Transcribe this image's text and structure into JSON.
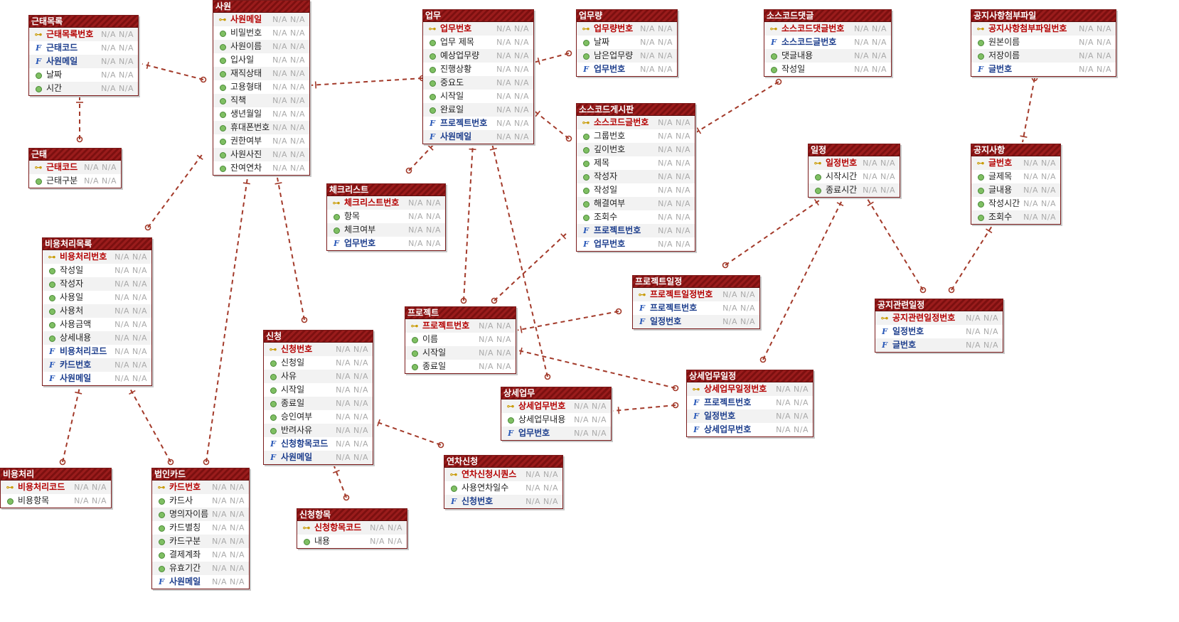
{
  "na_text": "N/A N/A",
  "entities": [
    {
      "id": "e-attendance-list",
      "title": "근태목록",
      "rows": [
        {
          "name": "근태목록번호",
          "kind": "pk"
        },
        {
          "name": "근태코드",
          "kind": "fk"
        },
        {
          "name": "사원메일",
          "kind": "fk"
        },
        {
          "name": "날짜",
          "kind": "attr"
        },
        {
          "name": "시간",
          "kind": "attr"
        }
      ]
    },
    {
      "id": "e-attendance",
      "title": "근태",
      "rows": [
        {
          "name": "근태코드",
          "kind": "pk"
        },
        {
          "name": "근태구분",
          "kind": "attr"
        }
      ]
    },
    {
      "id": "e-employee",
      "title": "사원",
      "rows": [
        {
          "name": "사원메일",
          "kind": "pk"
        },
        {
          "name": "비밀번호",
          "kind": "attr"
        },
        {
          "name": "사원이름",
          "kind": "attr"
        },
        {
          "name": "입사일",
          "kind": "attr"
        },
        {
          "name": "재직상태",
          "kind": "attr"
        },
        {
          "name": "고용형태",
          "kind": "attr"
        },
        {
          "name": "직책",
          "kind": "attr"
        },
        {
          "name": "생년월일",
          "kind": "attr"
        },
        {
          "name": "휴대폰번호",
          "kind": "attr"
        },
        {
          "name": "권한여부",
          "kind": "attr"
        },
        {
          "name": "사원사진",
          "kind": "attr"
        },
        {
          "name": "잔여연차",
          "kind": "attr"
        }
      ]
    },
    {
      "id": "e-task",
      "title": "업무",
      "rows": [
        {
          "name": "업무번호",
          "kind": "pk"
        },
        {
          "name": "업무 제목",
          "kind": "attr"
        },
        {
          "name": "예상업무량",
          "kind": "attr"
        },
        {
          "name": "진행상황",
          "kind": "attr"
        },
        {
          "name": "중요도",
          "kind": "attr"
        },
        {
          "name": "시작일",
          "kind": "attr"
        },
        {
          "name": "완료일",
          "kind": "attr"
        },
        {
          "name": "프로젝트번호",
          "kind": "fk"
        },
        {
          "name": "사원메일",
          "kind": "fk"
        }
      ]
    },
    {
      "id": "e-workload",
      "title": "업무량",
      "rows": [
        {
          "name": "업무량번호",
          "kind": "pk"
        },
        {
          "name": "날짜",
          "kind": "attr"
        },
        {
          "name": "남은업무량",
          "kind": "attr"
        },
        {
          "name": "업무번호",
          "kind": "fk"
        }
      ]
    },
    {
      "id": "e-source-comment",
      "title": "소스코드댓글",
      "rows": [
        {
          "name": "소스코드댓글번호",
          "kind": "pk"
        },
        {
          "name": "소스코드글번호",
          "kind": "fk"
        },
        {
          "name": "댓글내용",
          "kind": "attr"
        },
        {
          "name": "작성일",
          "kind": "attr"
        }
      ]
    },
    {
      "id": "e-notice-file",
      "title": "공지사항첨부파일",
      "rows": [
        {
          "name": "공지사항첨부파일번호",
          "kind": "pk"
        },
        {
          "name": "원본이름",
          "kind": "attr"
        },
        {
          "name": "저장이름",
          "kind": "attr"
        },
        {
          "name": "글번호",
          "kind": "fk"
        }
      ]
    },
    {
      "id": "e-source-board",
      "title": "소스코드게시판",
      "rows": [
        {
          "name": "소스코드글번호",
          "kind": "pk"
        },
        {
          "name": "그룹번호",
          "kind": "attr"
        },
        {
          "name": "깊이번호",
          "kind": "attr"
        },
        {
          "name": "제목",
          "kind": "attr"
        },
        {
          "name": "작성자",
          "kind": "attr"
        },
        {
          "name": "작성일",
          "kind": "attr"
        },
        {
          "name": "해결여부",
          "kind": "attr"
        },
        {
          "name": "조회수",
          "kind": "attr"
        },
        {
          "name": "프로젝트번호",
          "kind": "fk"
        },
        {
          "name": "업무번호",
          "kind": "fk"
        }
      ]
    },
    {
      "id": "e-schedule",
      "title": "일정",
      "rows": [
        {
          "name": "일정번호",
          "kind": "pk"
        },
        {
          "name": "시작시간",
          "kind": "attr"
        },
        {
          "name": "종료시간",
          "kind": "attr"
        }
      ]
    },
    {
      "id": "e-notice",
      "title": "공지사항",
      "rows": [
        {
          "name": "글번호",
          "kind": "pk"
        },
        {
          "name": "글제목",
          "kind": "attr"
        },
        {
          "name": "글내용",
          "kind": "attr"
        },
        {
          "name": "작성시간",
          "kind": "attr"
        },
        {
          "name": "조회수",
          "kind": "attr"
        }
      ]
    },
    {
      "id": "e-checklist",
      "title": "체크리스트",
      "rows": [
        {
          "name": "체크리스트번호",
          "kind": "pk"
        },
        {
          "name": "항목",
          "kind": "attr"
        },
        {
          "name": "체크여부",
          "kind": "attr"
        },
        {
          "name": "업무번호",
          "kind": "fk"
        }
      ]
    },
    {
      "id": "e-expense-list",
      "title": "비용처리목록",
      "rows": [
        {
          "name": "비용처리번호",
          "kind": "pk"
        },
        {
          "name": "작성일",
          "kind": "attr"
        },
        {
          "name": "작성자",
          "kind": "attr"
        },
        {
          "name": "사용일",
          "kind": "attr"
        },
        {
          "name": "사용처",
          "kind": "attr"
        },
        {
          "name": "사용금액",
          "kind": "attr"
        },
        {
          "name": "상세내용",
          "kind": "attr"
        },
        {
          "name": "비용처리코드",
          "kind": "fk"
        },
        {
          "name": "카드번호",
          "kind": "fk"
        },
        {
          "name": "사원메일",
          "kind": "fk"
        }
      ]
    },
    {
      "id": "e-project-schedule",
      "title": "프로젝트일정",
      "rows": [
        {
          "name": "프로젝트일정번호",
          "kind": "pk"
        },
        {
          "name": "프로젝트번호",
          "kind": "fk"
        },
        {
          "name": "일정번호",
          "kind": "fk"
        }
      ]
    },
    {
      "id": "e-notice-schedule",
      "title": "공지관련일정",
      "rows": [
        {
          "name": "공지관련일정번호",
          "kind": "pk"
        },
        {
          "name": "일정번호",
          "kind": "fk"
        },
        {
          "name": "글번호",
          "kind": "fk"
        }
      ]
    },
    {
      "id": "e-project",
      "title": "프로젝트",
      "rows": [
        {
          "name": "프로젝트번호",
          "kind": "pk"
        },
        {
          "name": "이름",
          "kind": "attr"
        },
        {
          "name": "시작일",
          "kind": "attr"
        },
        {
          "name": "종료일",
          "kind": "attr"
        }
      ]
    },
    {
      "id": "e-request",
      "title": "신청",
      "rows": [
        {
          "name": "신청번호",
          "kind": "pk"
        },
        {
          "name": "신청일",
          "kind": "attr"
        },
        {
          "name": "사유",
          "kind": "attr"
        },
        {
          "name": "시작일",
          "kind": "attr"
        },
        {
          "name": "종료일",
          "kind": "attr"
        },
        {
          "name": "승인여부",
          "kind": "attr"
        },
        {
          "name": "반려사유",
          "kind": "attr"
        },
        {
          "name": "신청항목코드",
          "kind": "fk"
        },
        {
          "name": "사원메일",
          "kind": "fk"
        }
      ]
    },
    {
      "id": "e-detail-schedule",
      "title": "상세업무일정",
      "rows": [
        {
          "name": "상세업무일정번호",
          "kind": "pk"
        },
        {
          "name": "프로젝트번호",
          "kind": "fk"
        },
        {
          "name": "일정번호",
          "kind": "fk"
        },
        {
          "name": "상세업무번호",
          "kind": "fk"
        }
      ]
    },
    {
      "id": "e-detail-task",
      "title": "상세업무",
      "rows": [
        {
          "name": "상세업무번호",
          "kind": "pk"
        },
        {
          "name": "상세업무내용",
          "kind": "attr"
        },
        {
          "name": "업무번호",
          "kind": "fk"
        }
      ]
    },
    {
      "id": "e-expense",
      "title": "비용처리",
      "rows": [
        {
          "name": "비용처리코드",
          "kind": "pk"
        },
        {
          "name": "비용항목",
          "kind": "attr"
        }
      ]
    },
    {
      "id": "e-corp-card",
      "title": "법인카드",
      "rows": [
        {
          "name": "카드번호",
          "kind": "pk"
        },
        {
          "name": "카드사",
          "kind": "attr"
        },
        {
          "name": "명의자이름",
          "kind": "attr"
        },
        {
          "name": "카드별칭",
          "kind": "attr"
        },
        {
          "name": "카드구분",
          "kind": "attr"
        },
        {
          "name": "결제계좌",
          "kind": "attr"
        },
        {
          "name": "유효기간",
          "kind": "attr"
        },
        {
          "name": "사원메일",
          "kind": "fk"
        }
      ]
    },
    {
      "id": "e-leave-request",
      "title": "연차신청",
      "rows": [
        {
          "name": "연차신청시퀀스",
          "kind": "pk"
        },
        {
          "name": "사용연차일수",
          "kind": "attr"
        },
        {
          "name": "신청번호",
          "kind": "fk"
        }
      ]
    },
    {
      "id": "e-request-item",
      "title": "신청항목",
      "rows": [
        {
          "name": "신청항목코드",
          "kind": "pk"
        },
        {
          "name": "내용",
          "kind": "attr"
        }
      ]
    }
  ]
}
